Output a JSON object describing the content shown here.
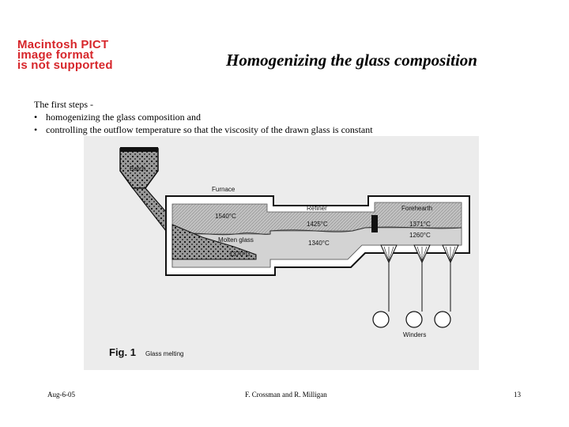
{
  "placeholder": {
    "lines": [
      "Macintosh PICT",
      "image format",
      "is not supported"
    ]
  },
  "title": "Homogenizing the glass composition",
  "body": {
    "intro": "The first steps -",
    "bullet_char": "•",
    "bullets": [
      "homogenizing the glass composition and",
      "controlling the outflow temperature so that the viscosity of the drawn glass is constant"
    ]
  },
  "figure": {
    "labels": {
      "batch": "Batch",
      "furnace": "Furnace",
      "refiner": "Refiner",
      "forehearth": "Forehearth",
      "molten_glass": "Molten glass",
      "winders": "Winders"
    },
    "temperatures": {
      "furnace_top": "1540°C",
      "furnace_bottom": "1370°C",
      "refiner_top": "1425°C",
      "refiner_bottom": "1340°C",
      "forehearth_top": "1371°C",
      "forehearth_bottom": "1260°C"
    },
    "caption_label": "Fig. 1",
    "caption_text": "Glass melting"
  },
  "footer": {
    "date": "Aug-6-05",
    "author": "F. Crossman and R. Milligan",
    "page": "13"
  },
  "colors": {
    "warning_text": "#d7262b",
    "figure_paper": "#ececec",
    "glass_gray": "#bdbdbd"
  }
}
